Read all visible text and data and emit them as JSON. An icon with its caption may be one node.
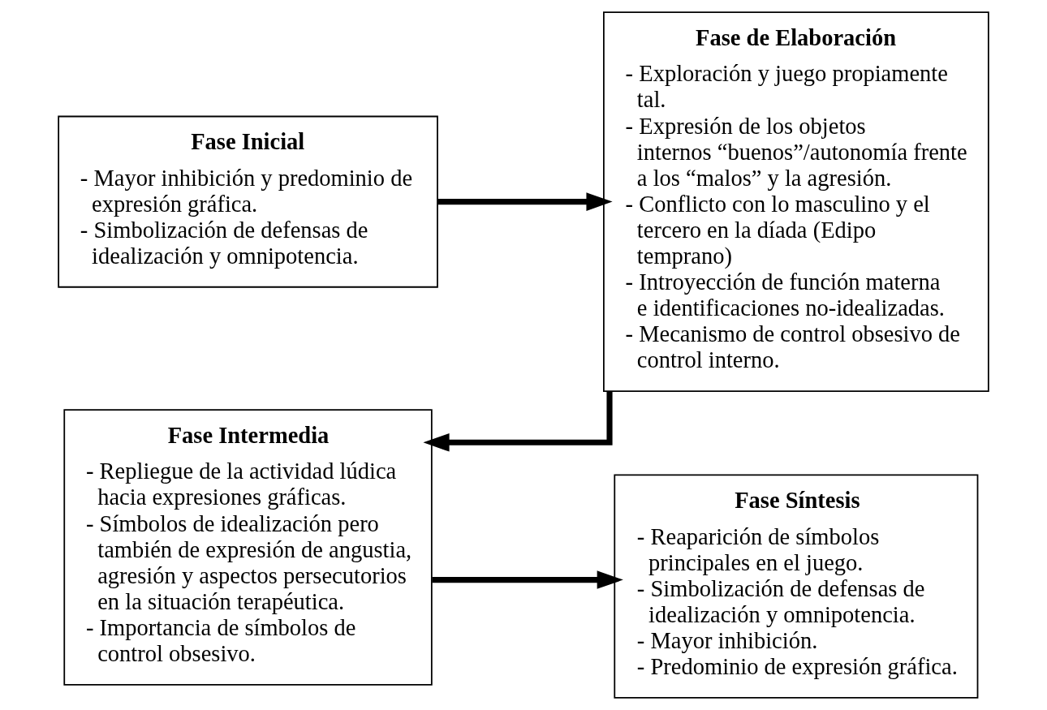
{
  "diagram": {
    "nodes": [
      {
        "text": [
          "Fase Inicial",
          "- Mayor inhibición y predominio de expresión gráfica.",
          "- Simbolización de defensas de idealización y omnipotencia."
        ]
      },
      {
        "text": [
          "Fase de Elaboración",
          "- Exploración y juego propiamente tal.",
          "- Expresión de los objetos internos “buenos”/autonomía frente a los “malos” y la agresión.",
          "- Conflicto con lo masculino y el tercero en la díada (Edipo temprano)",
          "- Introyección de función materna e identificaciones no-idealizadas.",
          "- Mecanismo de control obsesivo de control interno."
        ]
      },
      {
        "text": [
          "Fase Intermedia",
          "- Repliegue de la actividad lúdica hacia expresiones gráficas.",
          "- Símbolos de idealización pero también de expresión de angustia, agresión y aspectos persecutorios en la situación terapéutica.",
          "- Importancia de símbolos de control obsesivo."
        ]
      },
      {
        "text": [
          "Fase Síntesis",
          "- Reaparición de símbolos principales en el juego.",
          "- Simbolización de defensas de idealización y omnipotencia.",
          "- Mayor inhibición.",
          "- Predominio de expresión gráfica."
        ]
      }
    ],
    "edges": [
      {
        "from": 0,
        "to": 1,
        "arrow": "to"
      },
      {
        "from": 1,
        "to": 2,
        "arrow": "to"
      },
      {
        "from": 2,
        "to": 3,
        "arrow": "to"
      }
    ]
  }
}
